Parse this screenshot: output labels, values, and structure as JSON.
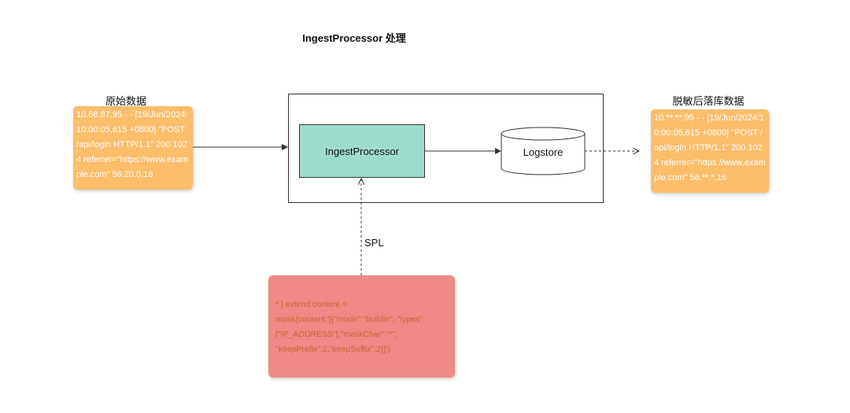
{
  "title": "IngestProcessor 处理",
  "source": {
    "label": "原始数据",
    "log": "10.68.87.95 - - [19/Jun/2024:10:00:05,615 +0800] \"POST /api/login HTTP/1.1\" 200 1024 referrer=\"https://www.example.com\" 56.20.0.16"
  },
  "processor": {
    "label": "IngestProcessor"
  },
  "store": {
    "label": "Logstore"
  },
  "result": {
    "label": "脱敏后落库数据",
    "log": "10.**.**.95 - - [19/Jun/2024:10:00:05,615 +0800] \"POST /api/login HTTP/1.1\" 200 1024 referrer=\"https://www.example.com\" 56.**.*.16"
  },
  "spl": {
    "label": "SPL",
    "code": "* | extend content = mask(content,'[{\"mode\":\"buildin\", \"types\" : [\"IP_ADDRESS\"],\"maskChar\":\"*\", \"keepPrefix\":2,\"keepSuffix\":2}]')"
  }
}
